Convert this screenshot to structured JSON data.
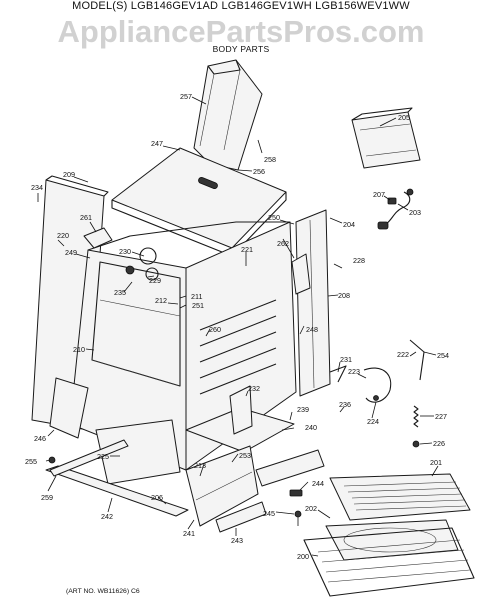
{
  "header": {
    "models": "MODEL(S) LGB146GEV1AD  LGB146GEV1WH  LGB156WEV1WW",
    "watermark": "AppliancePartsPros.com",
    "subtitle": "BODY PARTS"
  },
  "footer": {
    "art_no": "(ART NO. WB11626) C6"
  },
  "callouts": [
    {
      "id": "c257",
      "text": "257"
    },
    {
      "id": "c205",
      "text": "205"
    },
    {
      "id": "c247",
      "text": "247"
    },
    {
      "id": "c258",
      "text": "258"
    },
    {
      "id": "c256",
      "text": "256"
    },
    {
      "id": "c209",
      "text": "209"
    },
    {
      "id": "c234",
      "text": "234"
    },
    {
      "id": "c207",
      "text": "207"
    },
    {
      "id": "c203",
      "text": "203"
    },
    {
      "id": "c261",
      "text": "261"
    },
    {
      "id": "c250",
      "text": "250"
    },
    {
      "id": "c204",
      "text": "204"
    },
    {
      "id": "c220",
      "text": "220"
    },
    {
      "id": "c262",
      "text": "262"
    },
    {
      "id": "c249",
      "text": "249"
    },
    {
      "id": "c230",
      "text": "230"
    },
    {
      "id": "c221",
      "text": "221"
    },
    {
      "id": "c228",
      "text": "228"
    },
    {
      "id": "c229",
      "text": "229"
    },
    {
      "id": "c235",
      "text": "235"
    },
    {
      "id": "c211",
      "text": "211"
    },
    {
      "id": "c208",
      "text": "208"
    },
    {
      "id": "c212",
      "text": "212"
    },
    {
      "id": "c251",
      "text": "251"
    },
    {
      "id": "c260",
      "text": "260"
    },
    {
      "id": "c248",
      "text": "248"
    },
    {
      "id": "c210",
      "text": "210"
    },
    {
      "id": "c231",
      "text": "231"
    },
    {
      "id": "c222",
      "text": "222"
    },
    {
      "id": "c254",
      "text": "254"
    },
    {
      "id": "c223",
      "text": "223"
    },
    {
      "id": "c232",
      "text": "232"
    },
    {
      "id": "c236",
      "text": "236"
    },
    {
      "id": "c239",
      "text": "239"
    },
    {
      "id": "c227",
      "text": "227"
    },
    {
      "id": "c224",
      "text": "224"
    },
    {
      "id": "c240",
      "text": "240"
    },
    {
      "id": "c246",
      "text": "246"
    },
    {
      "id": "c226",
      "text": "226"
    },
    {
      "id": "c225",
      "text": "225"
    },
    {
      "id": "c253",
      "text": "253"
    },
    {
      "id": "c255",
      "text": "255"
    },
    {
      "id": "c213",
      "text": "213"
    },
    {
      "id": "c201",
      "text": "201"
    },
    {
      "id": "c259",
      "text": "259"
    },
    {
      "id": "c244",
      "text": "244"
    },
    {
      "id": "c206",
      "text": "206"
    },
    {
      "id": "c242",
      "text": "242"
    },
    {
      "id": "c202",
      "text": "202"
    },
    {
      "id": "c245",
      "text": "245"
    },
    {
      "id": "c241",
      "text": "241"
    },
    {
      "id": "c243",
      "text": "243"
    },
    {
      "id": "c200",
      "text": "200"
    }
  ]
}
